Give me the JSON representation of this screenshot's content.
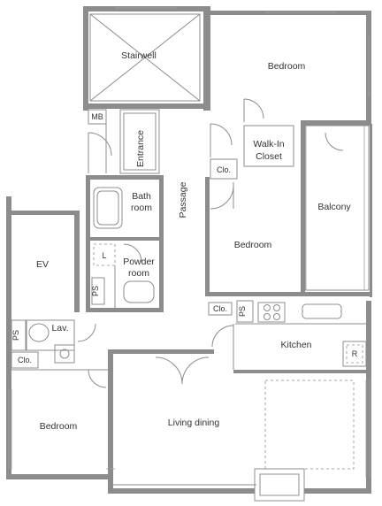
{
  "rooms": {
    "stairwell": "Stairwell",
    "bedroom_top": "Bedroom",
    "mb": "MB",
    "entrance": "Entrance",
    "passage": "Passage",
    "walk_in_closet_1": "Walk-In",
    "walk_in_closet_2": "Closet",
    "clo_upper": "Clo.",
    "bath_1": "Bath",
    "bath_2": "room",
    "balcony": "Balcony",
    "bedroom_mid": "Bedroom",
    "ev": "EV",
    "l": "L",
    "powder_1": "Powder",
    "powder_2": "room",
    "ps_mid": "PS",
    "clo_kitchen": "Clo.",
    "ps_kitchen": "PS",
    "ps_left": "PS",
    "lav": "Lav.",
    "clo_left": "Clo.",
    "kitchen": "Kitchen",
    "r": "R",
    "bedroom_bottom": "Bedroom",
    "living_dining": "Living dining"
  }
}
